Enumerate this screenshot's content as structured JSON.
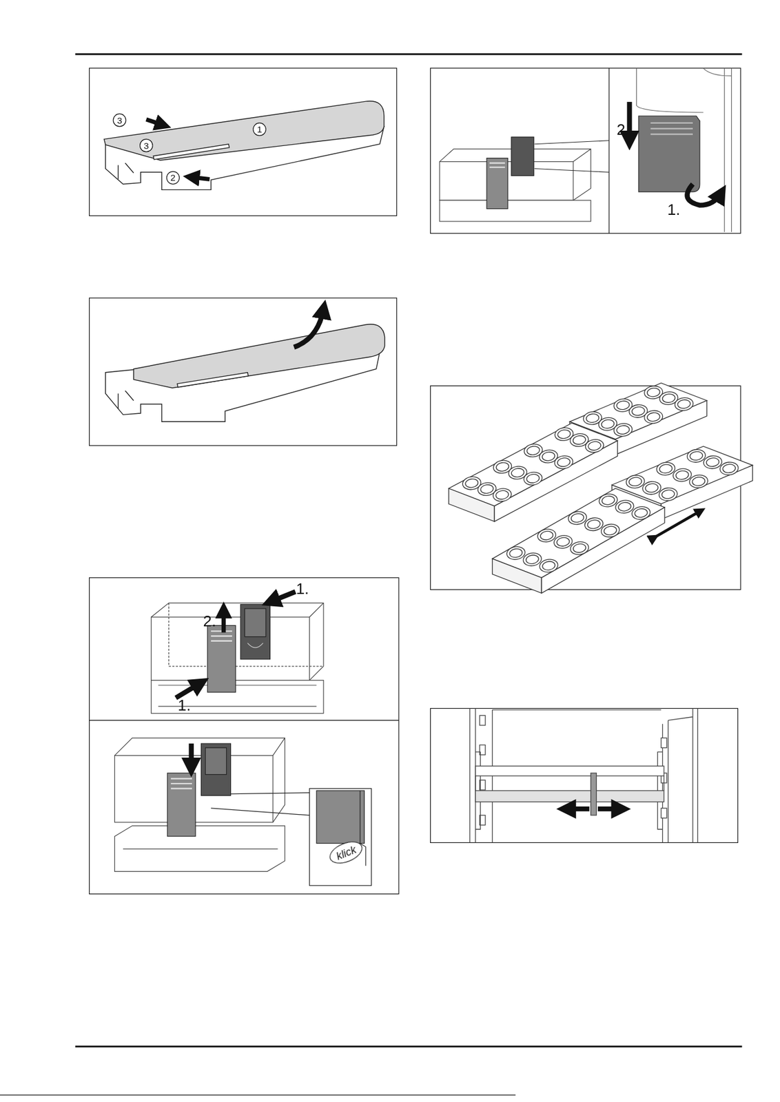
{
  "diagram": {
    "labels": [
      "3",
      "3",
      "1",
      "2",
      "1.",
      "2.",
      "1.",
      "klick",
      "2.",
      "1."
    ]
  }
}
